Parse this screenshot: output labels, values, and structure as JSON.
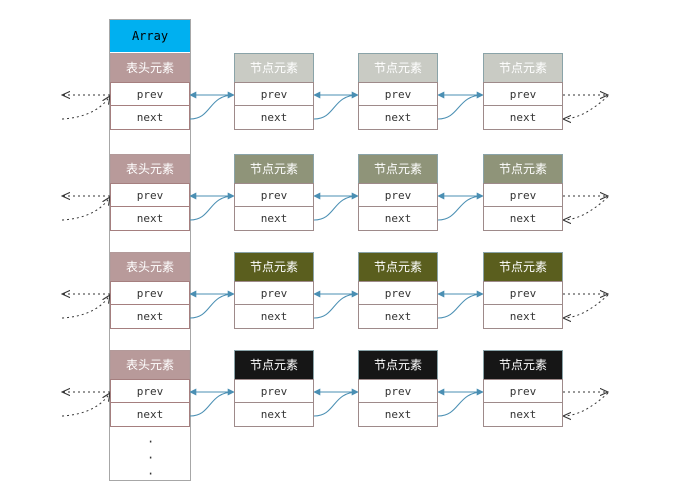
{
  "array": {
    "label": "Array",
    "color": "#00b0f0"
  },
  "head_label": "表头元素",
  "node_label": "节点元素",
  "prev_label": "prev",
  "next_label": "next",
  "ellipsis": [
    "·",
    "·",
    "·"
  ],
  "colors": {
    "head_fill": "#b89a9a",
    "row_fills": [
      "#c9cbc4",
      "#8f9479",
      "#5a5e1e",
      "#161616"
    ],
    "arrow": "#4a8fb3",
    "dotted": "#333333"
  },
  "rows": [
    {
      "fill_index": 0
    },
    {
      "fill_index": 1
    },
    {
      "fill_index": 2
    },
    {
      "fill_index": 3
    }
  ]
}
